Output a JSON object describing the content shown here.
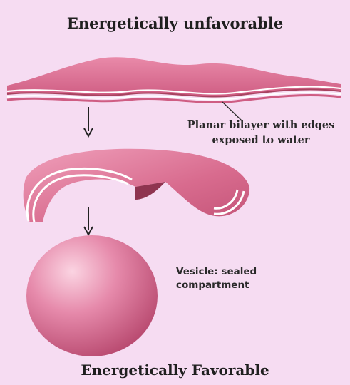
{
  "title_top": "Energetically unfavorable",
  "title_bottom": "Energetically Favorable",
  "labels": {
    "planar_line1": "Planar bilayer with edges",
    "planar_line2": "exposed to water",
    "vesicle_line1": "Vesicle: sealed",
    "vesicle_line2": "compartment"
  },
  "colors": {
    "background": "#f6dcf2",
    "membrane": "#d86b8e",
    "membrane_dark": "#a8435f",
    "stripe": "#ffffff",
    "vesicle": "#e27aa0"
  }
}
